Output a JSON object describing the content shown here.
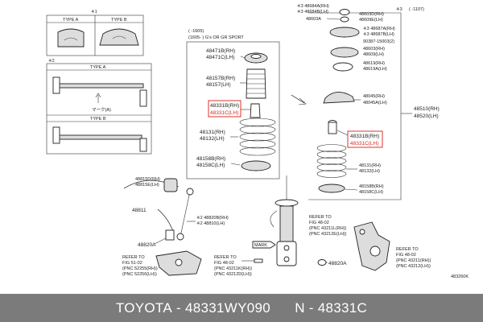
{
  "inset_top": {
    "ref": "※1",
    "type_a": "TYPE A",
    "type_b": "TYPE B"
  },
  "inset_mid": {
    "ref": "※2",
    "type_a": "TYPE A",
    "type_b": "TYPE B",
    "mark": "マーク(A)"
  },
  "variant_note": {
    "line1": "(   -1605)",
    "line2": "(1605-   ) G's OR GR SPORT"
  },
  "right_note": {
    "ref": "※3",
    "range": "(       -1107)"
  },
  "left_col": {
    "p48471": "48471B(RH)",
    "p48471l": "48471C(LH)",
    "p48157": "48157B(RH)",
    "p48157l": "48157(LH)",
    "p48331": "48331B(RH)",
    "p48331l": "48331C(LH)",
    "p48131": "48131(RH)",
    "p48131l": "48132(LH)",
    "p48158": "48158B(RH)",
    "p48158l": "48158C(LH)"
  },
  "right_col": {
    "p48684": "※3 48684A(RH)",
    "p48684b": "※3 48684B(LH)",
    "p48603a": "48603A",
    "p48603d": "48603D(RH)",
    "p48609e": "48609E(LH)",
    "p48687": "※3 48687A(RH)",
    "p48687b": "※3 48687B(LH)",
    "p90387": "90387-15003(2)",
    "p48603": "48603(RH)",
    "p48609": "48609(LH)",
    "p48619": "48619(RH)",
    "p48619a": "48619A(LH)",
    "p48045": "48045(RH)",
    "p48045a": "48045A(LH)",
    "p48331b": "48331B(RH)",
    "p48331c": "48331C(LH)",
    "p48131": "48131(RH)",
    "p48132": "48132(LH)",
    "p48158b": "48158B(RH)",
    "p48158c": "48158C(LH)",
    "p48510": "48510(RH)",
    "p48520": "48520(LH)"
  },
  "stabilizer": {
    "p48815d": "48815D(RH)",
    "p48815e": "48815E(LH)",
    "p48811": "48811",
    "p48820b": "※2 48820B(RH)",
    "p48810": "※2 48810(LH)",
    "p48820a": "48820A"
  },
  "refs": {
    "r1": [
      "REFER TO",
      "FIG 51-02",
      "(PNC 52255(RH))",
      "(PNC 52256(LH))"
    ],
    "r2": [
      "REFER TO",
      "FIG 48-02",
      "(PNC 43211K(RH))",
      "(PNC 43212D(LH))"
    ],
    "r3": [
      "REFER TO",
      "FIG 48-02",
      "(PNC 43211L(RH))",
      "(PNC 43212E(LH))"
    ],
    "r4": [
      "REFER TO",
      "FIG 48-02",
      "(PNC 43211(RH))",
      "(PNC 43212(LH))"
    ]
  },
  "mark": "MARK",
  "p48820a_right": "48820A",
  "diagram_code": "483260K",
  "footer": {
    "brand": "TOYOTA",
    "part": "48331WY090",
    "alt": "N - 48331C"
  },
  "colors": {
    "highlight": "#d62a25",
    "footer_bg": "#7b7b7b"
  }
}
